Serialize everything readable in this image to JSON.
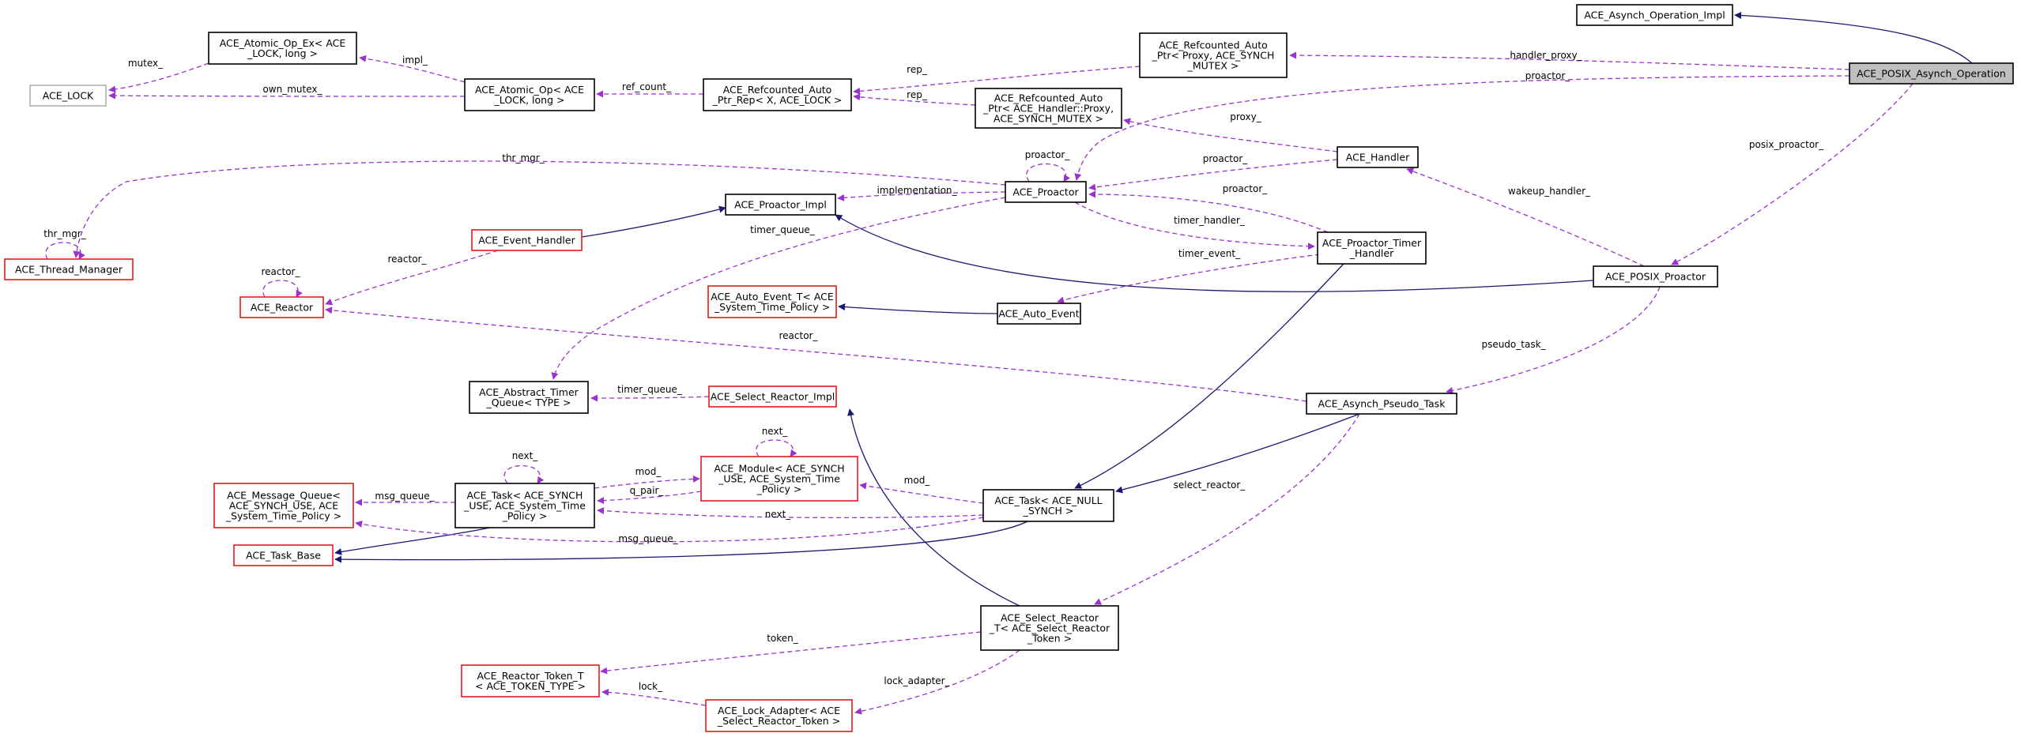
{
  "nodes": [
    {
      "id": "posix_op",
      "lines": [
        "ACE_POSIX_Asynch_Operation"
      ],
      "style": "focus"
    },
    {
      "id": "asynch_op_impl",
      "lines": [
        "ACE_Asynch_Operation_Impl"
      ],
      "style": "black"
    },
    {
      "id": "ref_auto_proxy",
      "lines": [
        "ACE_Refcounted_Auto",
        "_Ptr< Proxy, ACE_SYNCH",
        "_MUTEX >"
      ],
      "style": "black"
    },
    {
      "id": "ref_auto_handler_proxy",
      "lines": [
        "ACE_Refcounted_Auto",
        "_Ptr< ACE_Handler::Proxy,",
        "ACE_SYNCH_MUTEX >"
      ],
      "style": "black"
    },
    {
      "id": "ref_auto_rep",
      "lines": [
        "ACE_Refcounted_Auto",
        "_Ptr_Rep< X, ACE_LOCK >"
      ],
      "style": "black"
    },
    {
      "id": "atomic_op",
      "lines": [
        "ACE_Atomic_Op< ACE",
        "_LOCK, long >"
      ],
      "style": "black"
    },
    {
      "id": "atomic_op_ex",
      "lines": [
        "ACE_Atomic_Op_Ex< ACE",
        "_LOCK, long >"
      ],
      "style": "black"
    },
    {
      "id": "ace_lock",
      "lines": [
        "ACE_LOCK"
      ],
      "style": "gray"
    },
    {
      "id": "handler",
      "lines": [
        "ACE_Handler"
      ],
      "style": "black"
    },
    {
      "id": "proactor",
      "lines": [
        "ACE_Proactor"
      ],
      "style": "black"
    },
    {
      "id": "proactor_impl",
      "lines": [
        "ACE_Proactor_Impl"
      ],
      "style": "black"
    },
    {
      "id": "event_handler",
      "lines": [
        "ACE_Event_Handler"
      ],
      "style": "red"
    },
    {
      "id": "thread_manager",
      "lines": [
        "ACE_Thread_Manager"
      ],
      "style": "red"
    },
    {
      "id": "reactor",
      "lines": [
        "ACE_Reactor"
      ],
      "style": "red"
    },
    {
      "id": "proactor_timer_handler",
      "lines": [
        "ACE_Proactor_Timer",
        "_Handler"
      ],
      "style": "black"
    },
    {
      "id": "posix_proactor",
      "lines": [
        "ACE_POSIX_Proactor"
      ],
      "style": "black"
    },
    {
      "id": "auto_event_t",
      "lines": [
        "ACE_Auto_Event_T< ACE",
        "_System_Time_Policy >"
      ],
      "style": "red"
    },
    {
      "id": "auto_event",
      "lines": [
        "ACE_Auto_Event"
      ],
      "style": "black"
    },
    {
      "id": "abstract_timer_queue",
      "lines": [
        "ACE_Abstract_Timer",
        "_Queue< TYPE >"
      ],
      "style": "black"
    },
    {
      "id": "select_reactor_impl",
      "lines": [
        "ACE_Select_Reactor_Impl"
      ],
      "style": "red"
    },
    {
      "id": "asynch_pseudo_task",
      "lines": [
        "ACE_Asynch_Pseudo_Task"
      ],
      "style": "black"
    },
    {
      "id": "message_queue",
      "lines": [
        "ACE_Message_Queue<",
        "ACE_SYNCH_USE, ACE",
        "_System_Time_Policy >"
      ],
      "style": "red"
    },
    {
      "id": "task_synch",
      "lines": [
        "ACE_Task< ACE_SYNCH",
        "_USE, ACE_System_Time",
        "_Policy >"
      ],
      "style": "black"
    },
    {
      "id": "module",
      "lines": [
        "ACE_Module< ACE_SYNCH",
        "_USE, ACE_System_Time",
        "_Policy >"
      ],
      "style": "red"
    },
    {
      "id": "task_null",
      "lines": [
        "ACE_Task< ACE_NULL",
        "_SYNCH >"
      ],
      "style": "black"
    },
    {
      "id": "task_base",
      "lines": [
        "ACE_Task_Base"
      ],
      "style": "red"
    },
    {
      "id": "select_reactor_t",
      "lines": [
        "ACE_Select_Reactor",
        "_T< ACE_Select_Reactor",
        "_Token >"
      ],
      "style": "black"
    },
    {
      "id": "reactor_token_t",
      "lines": [
        "ACE_Reactor_Token_T",
        "< ACE_TOKEN_TYPE >"
      ],
      "style": "red"
    },
    {
      "id": "lock_adapter",
      "lines": [
        "ACE_Lock_Adapter< ACE",
        "_Select_Reactor_Token >"
      ],
      "style": "red"
    }
  ],
  "edges": [
    {
      "id": "e1",
      "kind": "inheritance",
      "from": "posix_op",
      "to": "asynch_op_impl",
      "label": ""
    },
    {
      "id": "e2",
      "kind": "usage",
      "from": "posix_op",
      "to": "ref_auto_proxy",
      "label": "handler_proxy_"
    },
    {
      "id": "e3",
      "kind": "usage",
      "from": "posix_op",
      "to": "proactor",
      "label": "proactor_"
    },
    {
      "id": "e4",
      "kind": "usage",
      "from": "posix_op",
      "to": "posix_proactor",
      "label": "posix_proactor_"
    },
    {
      "id": "e5",
      "kind": "usage",
      "from": "ref_auto_proxy",
      "to": "ref_auto_rep",
      "label": "rep_"
    },
    {
      "id": "e6",
      "kind": "usage",
      "from": "ref_auto_handler_proxy",
      "to": "ref_auto_rep",
      "label": "rep_"
    },
    {
      "id": "e7",
      "kind": "usage",
      "from": "ref_auto_rep",
      "to": "atomic_op",
      "label": "ref_count_"
    },
    {
      "id": "e8",
      "kind": "usage",
      "from": "atomic_op",
      "to": "atomic_op_ex",
      "label": "impl_"
    },
    {
      "id": "e9",
      "kind": "usage",
      "from": "atomic_op",
      "to": "ace_lock",
      "label": "own_mutex_"
    },
    {
      "id": "e10",
      "kind": "usage",
      "from": "atomic_op_ex",
      "to": "ace_lock",
      "label": "mutex_"
    },
    {
      "id": "e11",
      "kind": "usage",
      "from": "handler",
      "to": "ref_auto_handler_proxy",
      "label": "proxy_"
    },
    {
      "id": "e12",
      "kind": "usage",
      "from": "handler",
      "to": "proactor",
      "label": "proactor_"
    },
    {
      "id": "e13",
      "kind": "usage",
      "from": "proactor",
      "to": "proactor",
      "label": "proactor_"
    },
    {
      "id": "e14",
      "kind": "usage",
      "from": "proactor",
      "to": "thread_manager",
      "label": "thr_mgr_"
    },
    {
      "id": "e15",
      "kind": "usage",
      "from": "proactor",
      "to": "proactor_impl",
      "label": "implementation_"
    },
    {
      "id": "e16",
      "kind": "usage",
      "from": "proactor",
      "to": "abstract_timer_queue",
      "label": "timer_queue_"
    },
    {
      "id": "e17",
      "kind": "usage",
      "from": "proactor",
      "to": "proactor_timer_handler",
      "label": "timer_handler_"
    },
    {
      "id": "e18",
      "kind": "usage",
      "from": "proactor_timer_handler",
      "to": "proactor",
      "label": "proactor_"
    },
    {
      "id": "e19",
      "kind": "usage",
      "from": "proactor_timer_handler",
      "to": "auto_event",
      "label": "timer_event_"
    },
    {
      "id": "e20",
      "kind": "inheritance",
      "from": "proactor_timer_handler",
      "to": "task_null",
      "label": ""
    },
    {
      "id": "e21",
      "kind": "usage",
      "from": "posix_proactor",
      "to": "handler",
      "label": "wakeup_handler_"
    },
    {
      "id": "e22",
      "kind": "inheritance",
      "from": "posix_proactor",
      "to": "proactor_impl",
      "label": ""
    },
    {
      "id": "e23",
      "kind": "usage",
      "from": "posix_proactor",
      "to": "asynch_pseudo_task",
      "label": "pseudo_task_"
    },
    {
      "id": "e24",
      "kind": "inheritance",
      "from": "event_handler",
      "to": "proactor_impl",
      "label": ""
    },
    {
      "id": "e25",
      "kind": "usage",
      "from": "event_handler",
      "to": "reactor",
      "label": "reactor_"
    },
    {
      "id": "e26",
      "kind": "usage",
      "from": "thread_manager",
      "to": "thread_manager",
      "label": "thr_mgr_"
    },
    {
      "id": "e27",
      "kind": "usage",
      "from": "reactor",
      "to": "reactor",
      "label": "reactor_"
    },
    {
      "id": "e28",
      "kind": "inheritance",
      "from": "auto_event",
      "to": "auto_event_t",
      "label": ""
    },
    {
      "id": "e29",
      "kind": "usage",
      "from": "asynch_pseudo_task",
      "to": "reactor",
      "label": "reactor_"
    },
    {
      "id": "e30",
      "kind": "inheritance",
      "from": "asynch_pseudo_task",
      "to": "task_null",
      "label": ""
    },
    {
      "id": "e31",
      "kind": "usage",
      "from": "asynch_pseudo_task",
      "to": "select_reactor_t",
      "label": "select_reactor_"
    },
    {
      "id": "e32",
      "kind": "usage",
      "from": "select_reactor_impl",
      "to": "abstract_timer_queue",
      "label": "timer_queue_"
    },
    {
      "id": "e33",
      "kind": "inheritance",
      "from": "select_reactor_t",
      "to": "select_reactor_impl",
      "label": ""
    },
    {
      "id": "e34",
      "kind": "usage",
      "from": "select_reactor_t",
      "to": "reactor_token_t",
      "label": "token_"
    },
    {
      "id": "e35",
      "kind": "usage",
      "from": "select_reactor_t",
      "to": "lock_adapter",
      "label": "lock_adapter_"
    },
    {
      "id": "e36",
      "kind": "usage",
      "from": "lock_adapter",
      "to": "reactor_token_t",
      "label": "lock_"
    },
    {
      "id": "e37",
      "kind": "usage",
      "from": "task_synch",
      "to": "message_queue",
      "label": "msg_queue_"
    },
    {
      "id": "e38",
      "kind": "usage",
      "from": "task_synch",
      "to": "module",
      "label": "mod_"
    },
    {
      "id": "e39",
      "kind": "usage",
      "from": "task_synch",
      "to": "task_synch",
      "label": "next_"
    },
    {
      "id": "e40",
      "kind": "inheritance",
      "from": "task_synch",
      "to": "task_base",
      "label": ""
    },
    {
      "id": "e41",
      "kind": "usage",
      "from": "module",
      "to": "task_synch",
      "label": "q_pair_"
    },
    {
      "id": "e42",
      "kind": "usage",
      "from": "module",
      "to": "module",
      "label": "next_"
    },
    {
      "id": "e43",
      "kind": "usage",
      "from": "task_null",
      "to": "module",
      "label": "mod_"
    },
    {
      "id": "e44",
      "kind": "usage",
      "from": "task_null",
      "to": "task_synch",
      "label": "next_"
    },
    {
      "id": "e45",
      "kind": "usage",
      "from": "task_null",
      "to": "message_queue",
      "label": "msg_queue_"
    },
    {
      "id": "e46",
      "kind": "inheritance",
      "from": "task_null",
      "to": "task_base",
      "label": ""
    },
    {
      "id": "e47",
      "kind": "usage",
      "from": "task_base",
      "to": "thread_manager",
      "label": "thr_mgr_"
    }
  ],
  "colors": {
    "inheritance": "#191970",
    "usage": "#9a32cd",
    "node_border": "#000000",
    "node_border_red": "#e31a1c",
    "node_border_gray": "#b0b0b0",
    "focus_fill": "#bfbfbf"
  }
}
